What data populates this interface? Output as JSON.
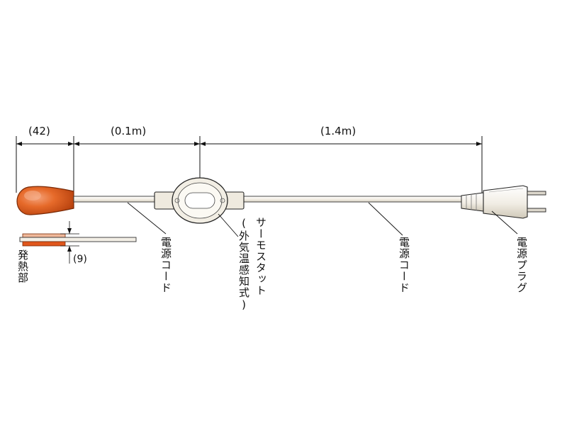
{
  "dimensions": {
    "heater_length": "(42)",
    "cord_to_thermostat": "(0.1m)",
    "cord_to_plug": "(1.4m)",
    "heater_thickness": "(9)"
  },
  "labels": {
    "heating_part": "発熱部",
    "power_cord_1": "電源コード",
    "thermostat_line1": "サーモスタット",
    "thermostat_line2": "(外気温感知式)",
    "power_cord_2": "電源コード",
    "power_plug": "電源プラグ"
  },
  "colors": {
    "heater_fill": "#e0561c",
    "heater_highlight": "#f4a27a",
    "heater_band": "#f0b89a",
    "cord": "#f3efe6",
    "outline": "#222222"
  }
}
